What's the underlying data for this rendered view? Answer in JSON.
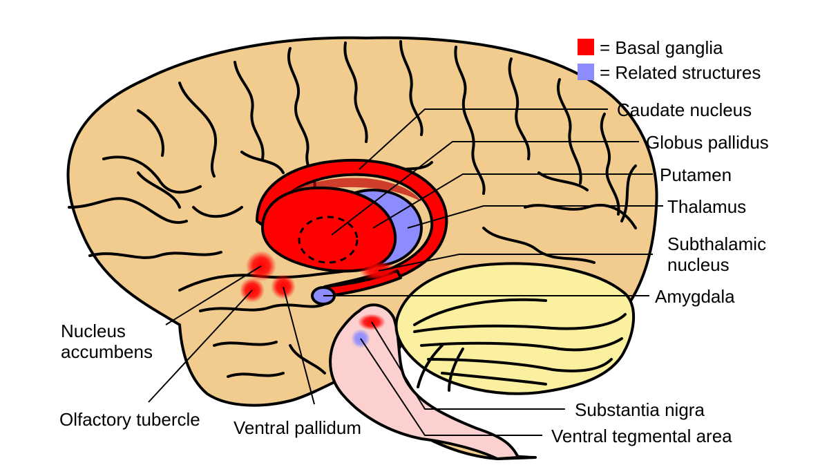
{
  "legend": [
    {
      "text": "= Basal ganglia",
      "color": "#ff0000"
    },
    {
      "text": "= Related structures",
      "color": "#8c8cff"
    }
  ],
  "labels": {
    "caudate": "Caudate nucleus",
    "globus": "Globus pallidus",
    "putamen": "Putamen",
    "thalamus": "Thalamus",
    "subthalamic_1": "Subthalamic",
    "subthalamic_2": "nucleus",
    "amygdala": "Amygdala",
    "accumbens_1": "Nucleus",
    "accumbens_2": "accumbens",
    "olfactory": "Olfactory tubercle",
    "pallidum": "Ventral pallidum",
    "nigra": "Substantia nigra",
    "vta": "Ventral tegmental area"
  },
  "colors": {
    "cortex": "#f2cc8f",
    "cerebellum": "#fbf0a0",
    "brainstem": "#fbd0cf",
    "basal": "#ff0000",
    "basal_dark": "#c00000",
    "related": "#8c8cff"
  }
}
